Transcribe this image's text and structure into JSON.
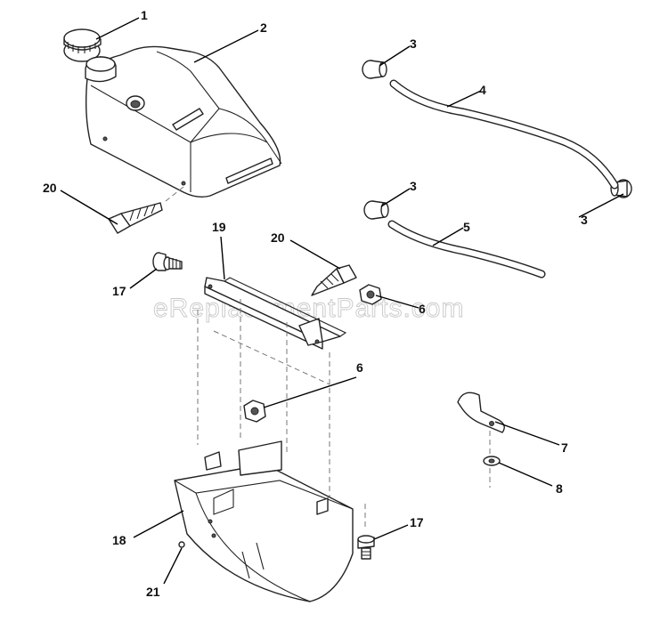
{
  "watermark": "eReplacementParts.com",
  "callouts": [
    {
      "id": "c1",
      "label": "1"
    },
    {
      "id": "c2",
      "label": "2"
    },
    {
      "id": "c3a",
      "label": "3"
    },
    {
      "id": "c3b",
      "label": "3"
    },
    {
      "id": "c3c",
      "label": "3"
    },
    {
      "id": "c4",
      "label": "4"
    },
    {
      "id": "c5",
      "label": "5"
    },
    {
      "id": "c6a",
      "label": "6"
    },
    {
      "id": "c6b",
      "label": "6"
    },
    {
      "id": "c7",
      "label": "7"
    },
    {
      "id": "c8",
      "label": "8"
    },
    {
      "id": "c17a",
      "label": "17"
    },
    {
      "id": "c17b",
      "label": "17"
    },
    {
      "id": "c18",
      "label": "18"
    },
    {
      "id": "c19",
      "label": "19"
    },
    {
      "id": "c20a",
      "label": "20"
    },
    {
      "id": "c20b",
      "label": "20"
    },
    {
      "id": "c21",
      "label": "21"
    }
  ]
}
